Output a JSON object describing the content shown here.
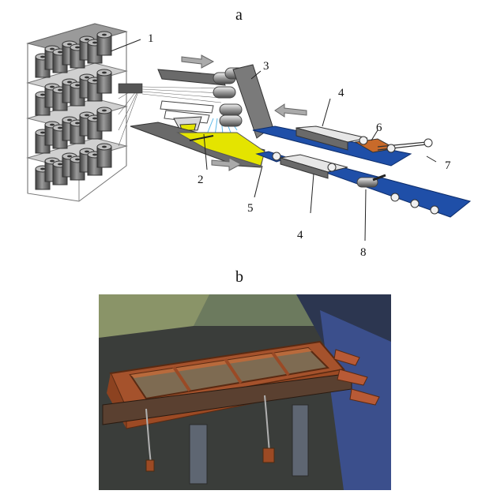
{
  "panels": {
    "a": {
      "label": "a"
    },
    "b": {
      "label": "b"
    }
  },
  "callouts": [
    {
      "id": "1",
      "text": "1"
    },
    {
      "id": "2",
      "text": "2"
    },
    {
      "id": "3",
      "text": "3"
    },
    {
      "id": "4a",
      "text": "4"
    },
    {
      "id": "4b",
      "text": "4"
    },
    {
      "id": "5",
      "text": "5"
    },
    {
      "id": "6",
      "text": "6"
    },
    {
      "id": "7",
      "text": "7"
    },
    {
      "id": "8",
      "text": "8"
    }
  ],
  "colors": {
    "belt_blue": "#1f4fa8",
    "resin_yellow": "#e4e400",
    "mold_orange": "#c86a2a",
    "spool_gray": "#6e6e6e",
    "frame_gray": "#8a8a8a"
  }
}
